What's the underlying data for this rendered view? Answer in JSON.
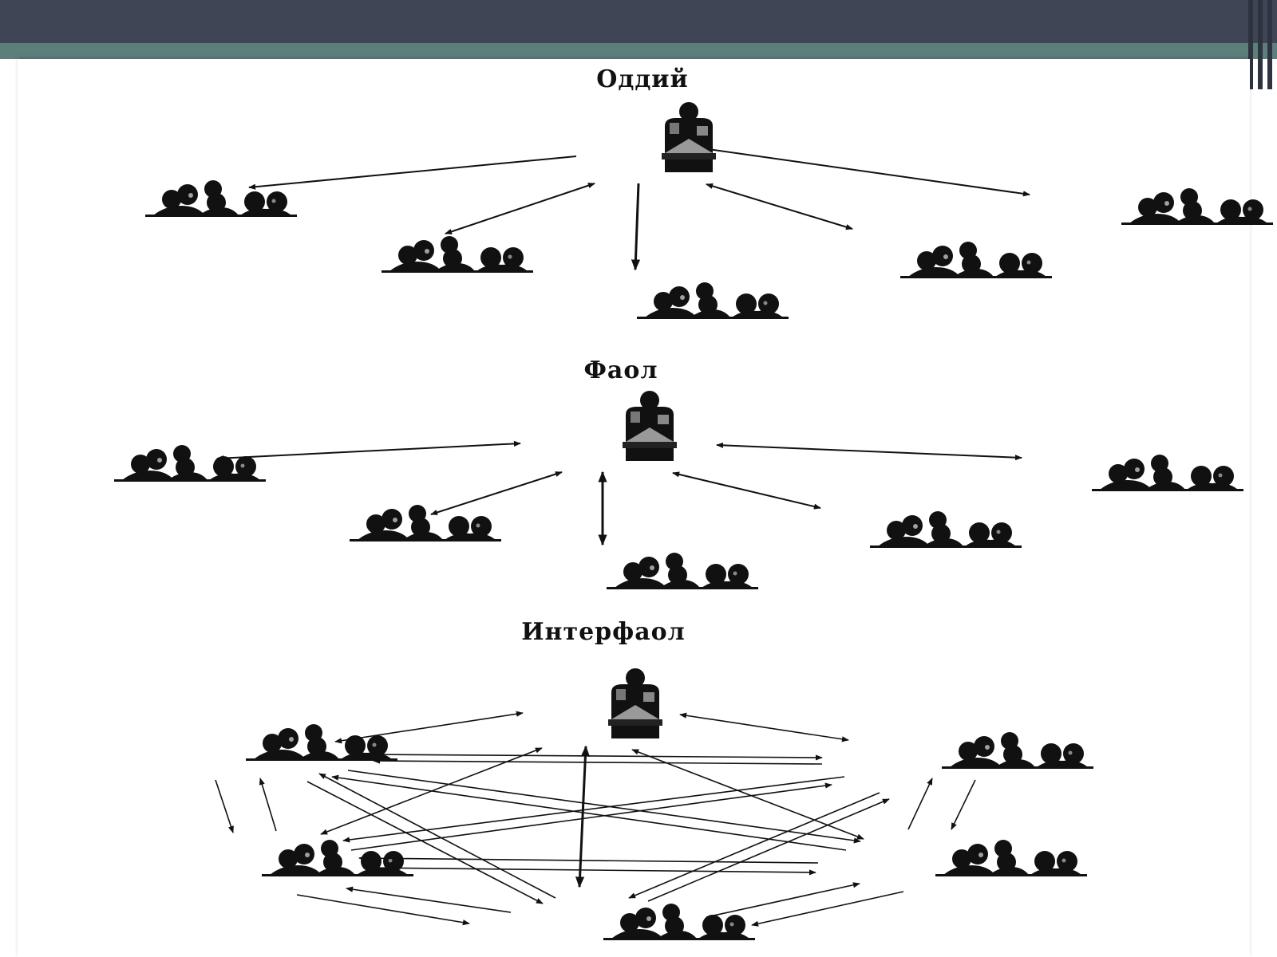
{
  "sections": [
    {
      "title": "Оддий"
    },
    {
      "title": "Фаол"
    },
    {
      "title": "Интерфаол"
    }
  ],
  "colors": {
    "header": "#3f4555",
    "accent": "#5d7f7c",
    "ink": "#111111"
  },
  "icons": {
    "teacher": "teacher-at-desk-icon",
    "group": "student-group-icon"
  }
}
